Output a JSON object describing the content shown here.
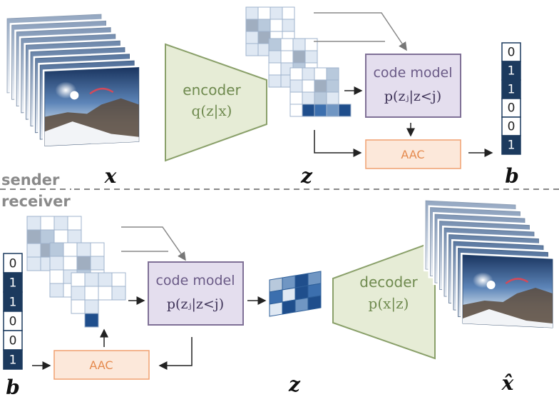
{
  "labels": {
    "sender": "sender",
    "receiver": "receiver",
    "x": "x",
    "z_top": "z",
    "b_top": "b",
    "b_bottom": "b",
    "z_bottom": "z",
    "xhat": "x̂"
  },
  "encoder": {
    "line1": "encoder",
    "line2": "q(z|x)"
  },
  "decoder": {
    "line1": "decoder",
    "line2": "p(x|z)"
  },
  "code_model_top": {
    "line1": "code model",
    "line2": "p(zⱼ|z<j)"
  },
  "code_model_bottom": {
    "line1": "code model",
    "line2": "p(zⱼ|z<j)"
  },
  "aac_top": "AAC",
  "aac_bottom": "AAC",
  "bits": [
    "0",
    "1",
    "1",
    "0",
    "0",
    "1"
  ],
  "colors": {
    "encoder_fill": "#e6ecd6",
    "encoder_stroke": "#8aa06a",
    "code_model_fill": "#e4deee",
    "code_model_stroke": "#7f7096",
    "aac_fill": "#fce8da",
    "aac_stroke": "#f0a070",
    "bit_dark": "#1c3a5e",
    "latent_dark": "#1f4e8c"
  }
}
